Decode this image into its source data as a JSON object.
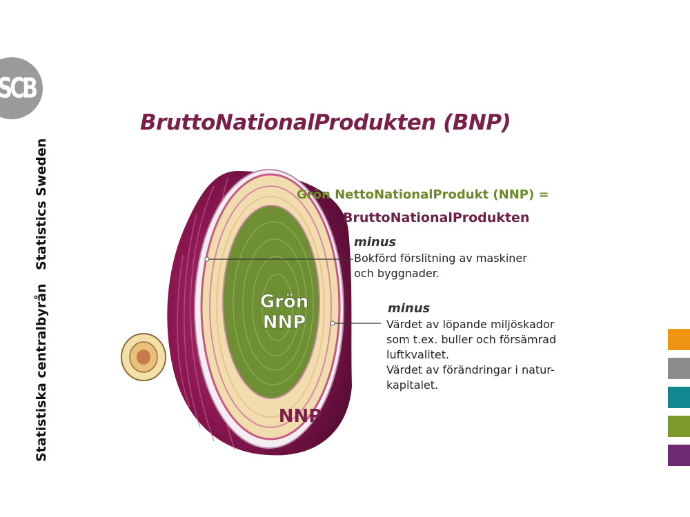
{
  "logo": {
    "text": "SCB"
  },
  "sidebar": {
    "text_top": "Statistics Sweden",
    "text_bottom": "Statistiska centralbyrån"
  },
  "title": "BruttoNationalProdukten (BNP)",
  "formula": {
    "line1": "Grön NettoNationalProdukt (NNP) =",
    "line2": "BruttoNationalProdukten"
  },
  "deduction1": {
    "minus": "minus",
    "lines": [
      "Bokförd förslitning av maskiner",
      "och byggnader."
    ]
  },
  "deduction2": {
    "minus": "minus",
    "lines": [
      "Värdet av löpande miljöskador",
      "som t.ex. buller och försämrad",
      "luftkvalitet.",
      "Värdet av förändringar i natur-",
      "kapitalet."
    ]
  },
  "onion": {
    "inner_label_1": "Grön",
    "inner_label_2": "NNP",
    "outer_label": "NNP"
  },
  "colors": {
    "title": "#7a1f48",
    "formula": "#6a8a2a",
    "onion_skin": "#8a1650",
    "onion_core": "#6e8f34",
    "swatches": [
      "#ef9410",
      "#8c8c8c",
      "#12878f",
      "#7e9a2c",
      "#6c2a72"
    ]
  }
}
